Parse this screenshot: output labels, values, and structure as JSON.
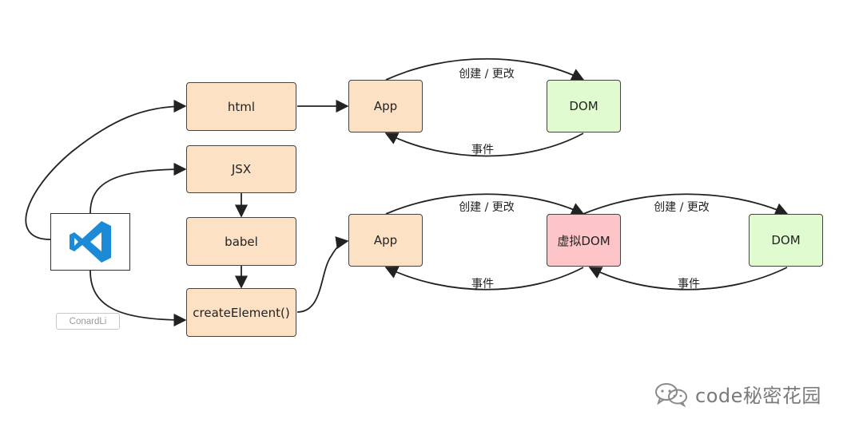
{
  "nodes": {
    "html": "html",
    "jsx": "JSX",
    "babel": "babel",
    "create_element": "createElement()",
    "app_top": "App",
    "dom_top": "DOM",
    "app_bottom": "App",
    "virtual_dom": "虚拟DOM",
    "dom_bottom": "DOM"
  },
  "edge_labels": {
    "top_create_update": "创建 / 更改",
    "top_event": "事件",
    "bottom_create_update_1": "创建 / 更改",
    "bottom_event_1": "事件",
    "bottom_create_update_2": "创建 / 更改",
    "bottom_event_2": "事件"
  },
  "author_tag": "ConardLi",
  "watermark": "code秘密花园",
  "colors": {
    "orange_node": "#fde1c4",
    "green_node": "#e1fbd0",
    "pink_node": "#fdc5c8",
    "vscode_blue": "#1c8ad6",
    "line": "#222222"
  },
  "icons": {
    "editor_logo": "vscode-logo-icon",
    "watermark_icon": "wechat-icon"
  }
}
